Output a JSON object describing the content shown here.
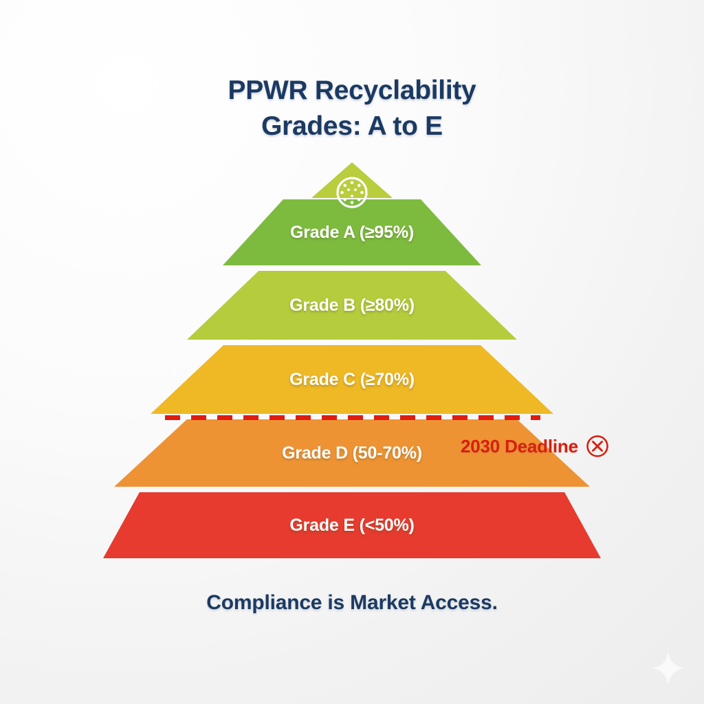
{
  "background": {
    "color": "#f2f2f2",
    "accent_navy": "#1b3a63",
    "accent_red": "#d81f0e"
  },
  "title": {
    "line1": "PPWR Recyclability",
    "line2": "Grades: A to E"
  },
  "chart_data": {
    "type": "pyramid",
    "title": "PPWR Recyclability Grades: A to E",
    "subtitle": "Compliance is Market Access.",
    "categories": [
      "Grade A",
      "Grade B",
      "Grade C",
      "Grade D",
      "Grade E"
    ],
    "labels": [
      "Grade A (≥95%)",
      "Grade B (≥80%)",
      "Grade C (≥70%)",
      "Grade D (50-70%)",
      "Grade E (<50%)"
    ],
    "thresholds_percent": [
      95,
      80,
      70,
      50,
      0
    ],
    "value_text": [
      "≥95%",
      "≥80%",
      "≥70%",
      "50-70%",
      "<50%"
    ],
    "colors": [
      "#7dbb3f",
      "#b5cc3c",
      "#efb825",
      "#ee9334",
      "#e63b2e"
    ],
    "apex_color": "#b9cd3d",
    "annotations": [
      {
        "name": "2030-deadline",
        "label": "2030 Deadline",
        "color": "#d81f0e",
        "between": [
          "Grade C",
          "Grade D"
        ],
        "style": "dashed-line"
      }
    ],
    "legend": "none",
    "grid": false
  },
  "pyramid": {
    "apex_icon": "eu-stars-circle-icon",
    "bands": [
      {
        "id": "grade-a",
        "label": "Grade A (≥95%)",
        "color": "#7dbb3f"
      },
      {
        "id": "grade-b",
        "label": "Grade B (≥80%)",
        "color": "#b5cc3c"
      },
      {
        "id": "grade-c",
        "label": "Grade C (≥70%)",
        "color": "#efb825"
      },
      {
        "id": "grade-d",
        "label": "Grade D (50-70%)",
        "color": "#ee9334"
      },
      {
        "id": "grade-e",
        "label": "Grade E (<50%)",
        "color": "#e63b2e"
      }
    ]
  },
  "deadline": {
    "label": "2030 Deadline",
    "icon": "circle-x-icon",
    "color": "#d81f0e"
  },
  "footer": {
    "text": "Compliance is Market Access."
  },
  "decoration": {
    "sparkle": "four-point-star-icon"
  }
}
